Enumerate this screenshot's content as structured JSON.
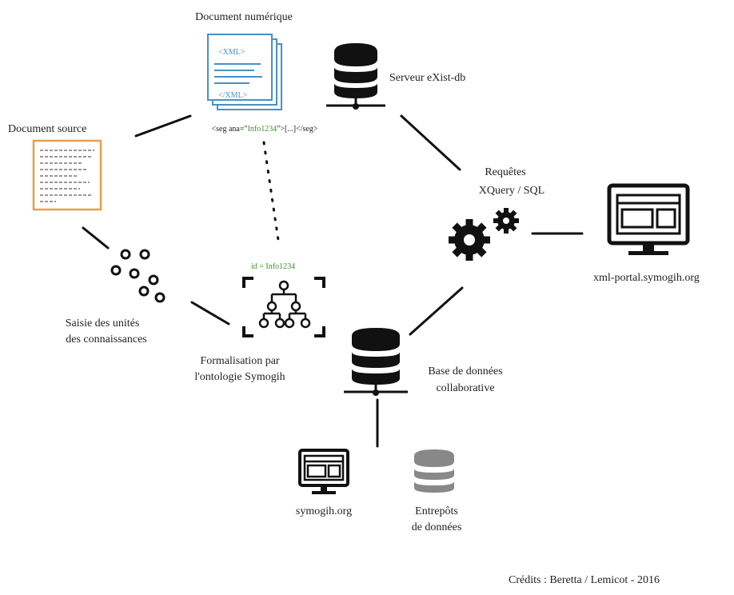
{
  "nodes": {
    "doc_numerique": {
      "title": "Document numérique",
      "xml_open": "<XML>",
      "xml_close": "</XML>"
    },
    "seg_tag": {
      "prefix": "<seg ana=\"",
      "id_value": "Info1234",
      "suffix": "\">[...]</seg>"
    },
    "doc_source": {
      "title": "Document source"
    },
    "serveur": {
      "label": "Serveur eXist-db"
    },
    "requetes": {
      "line1": "Requêtes",
      "line2": "XQuery / SQL"
    },
    "portal": {
      "label": "xml-portal.symogih.org"
    },
    "saisie": {
      "line1": "Saisie des unités",
      "line2": "des connaissances"
    },
    "id_label": {
      "text": "id = Info1234"
    },
    "formalisation": {
      "line1": "Formalisation par",
      "line2": "l'ontologie Symogih"
    },
    "base": {
      "line1": "Base de données",
      "line2": "collaborative"
    },
    "symogih": {
      "label": "symogih.org"
    },
    "entrepots": {
      "line1": "Entrepôts",
      "line2": "de données"
    }
  },
  "credits": "Crédits : Beretta / Lemicot - 2016",
  "colors": {
    "xml_doc": "#4a90c4",
    "source_doc": "#e8a04a",
    "id_green": "#3f8f2a",
    "ink": "#111111",
    "warehouse": "#888888"
  }
}
